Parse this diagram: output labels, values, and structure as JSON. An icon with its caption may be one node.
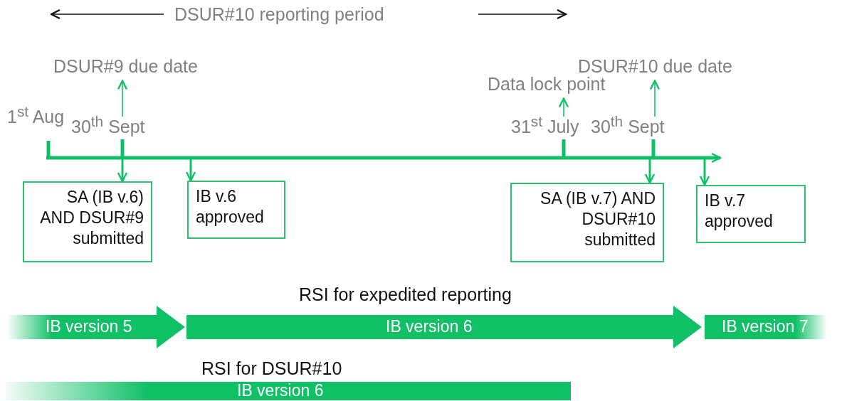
{
  "diagram": {
    "nodes": [
      {
        "text": [
          "DSUR#9 due date"
        ]
      },
      {
        "text": [
          "30$^{th}$ Sept"
        ]
      },
      {
        "text": [
          "Data lock point"
        ]
      },
      {
        "text": [
          "31$^{st}$ July"
        ]
      },
      {
        "text": [
          "DSUR#10 due date"
        ]
      },
      {
        "text": [
          "30$^{th}$ Sept"
        ]
      },
      {
        "text": [
          "SA (IB v.6) AND DSUR#9 submitted"
        ]
      },
      {
        "text": [
          "IB v.6 approved"
        ]
      },
      {
        "text": [
          "SA (IB v.7) AND DSUR#10 submitted"
        ]
      },
      {
        "text": [
          "IB v.7 approved"
        ]
      },
      {
        "text": [
          "IB version 5"
        ]
      },
      {
        "text": [
          "IB version 6"
        ]
      },
      {
        "text": [
          "IB version 7"
        ]
      },
      {
        "text": [
          "IB version 6"
        ]
      },
      {
        "text": [],
        "shape": "bar"
      }
    ],
    "edges": [
      {
        "from": 1,
        "to": 0,
        "arrow": "to"
      },
      {
        "from": 3,
        "to": 2,
        "arrow": "to"
      },
      {
        "from": 5,
        "to": 4,
        "arrow": "to"
      },
      {
        "from": 14,
        "to": 6,
        "arrow": "to"
      },
      {
        "from": 14,
        "to": 7,
        "arrow": "to"
      },
      {
        "from": 14,
        "to": 8,
        "arrow": "to"
      },
      {
        "from": 14,
        "to": 9,
        "arrow": "to"
      }
    ],
    "labels": [
      "DSUR#10 reporting period",
      "1$^{st}$ Aug",
      "RSI for expedited reporting",
      "RSI for DSUR#10"
    ]
  }
}
